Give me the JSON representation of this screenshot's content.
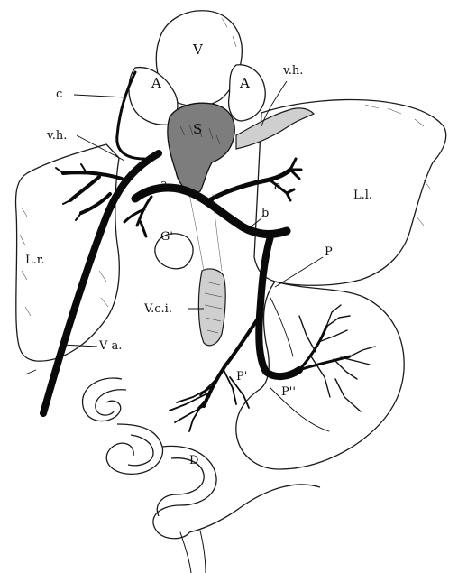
{
  "labels": {
    "ventricle": "V",
    "atrium_left": "A",
    "atrium_right": "A",
    "sinus": "S",
    "c": "c",
    "vh_right": "v.h.",
    "vh_left": "v.h.",
    "a_left": "a",
    "a_right": "a",
    "b": "b",
    "gall": "G'",
    "liver_right": "L.r.",
    "liver_left": "L.l.",
    "vci": "V.c.i.",
    "va": "V a.",
    "p": "P",
    "p_prime": "P'",
    "p_double": "P''",
    "duodenum": "D"
  }
}
